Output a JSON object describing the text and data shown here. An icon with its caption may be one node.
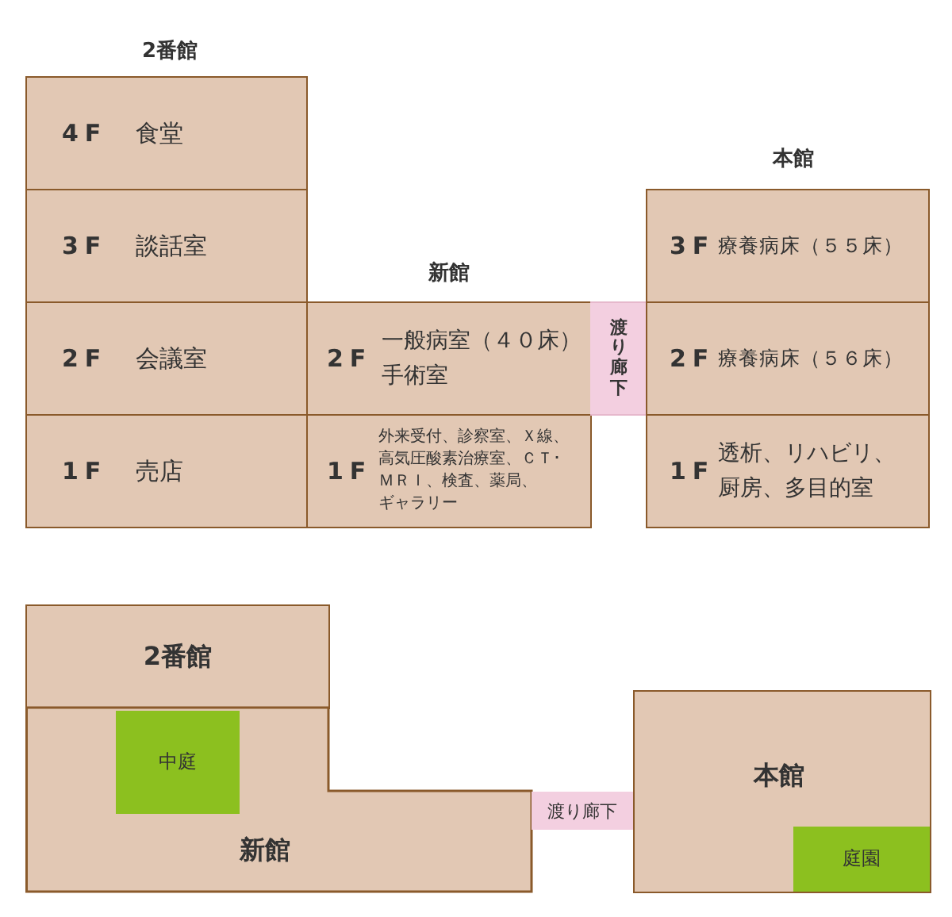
{
  "diagram": {
    "nodes": [
      {
        "text": [
          "4F",
          "食堂"
        ]
      },
      {
        "text": [
          "3F",
          "談話室"
        ]
      },
      {
        "text": [
          "2F",
          "会議室"
        ]
      },
      {
        "text": [
          "1F",
          "売店"
        ]
      },
      {
        "text": [
          "2F",
          "一般病室（４０床）",
          "手術室"
        ]
      },
      {
        "text": [
          "1F",
          "外来受付、診察室、Ｘ線、高気圧酸素治療室、ＣＴ･ＭＲＩ、検査、薬局、ギャラリー"
        ]
      },
      {
        "text": [
          "渡り廊下"
        ]
      },
      {
        "text": [
          "3F",
          "療養病床（５５床）"
        ]
      },
      {
        "text": [
          "2F",
          "療養病床（５６床）"
        ]
      },
      {
        "text": [
          "1F",
          "透析、リハビリ、厨房、多目的室"
        ]
      },
      {
        "text": [
          "2番館"
        ]
      },
      {
        "text": [
          "新館"
        ]
      },
      {
        "text": [
          "中庭"
        ],
        "in": 11
      },
      {
        "text": [
          "渡り廊下"
        ]
      },
      {
        "text": [
          "本館"
        ]
      },
      {
        "text": [
          "庭園"
        ],
        "in": 14
      }
    ],
    "labels": [
      "2番館",
      "新館",
      "本館"
    ]
  }
}
